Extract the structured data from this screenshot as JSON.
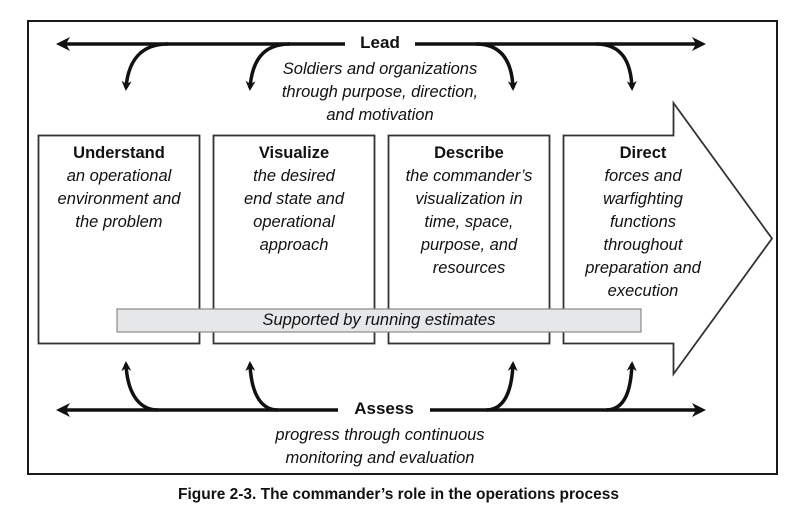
{
  "lead": {
    "label": "Lead",
    "description": "Soldiers and organizations\nthrough purpose, direction,\nand motivation"
  },
  "assess": {
    "label": "Assess",
    "description": "progress through continuous\nmonitoring and evaluation"
  },
  "activities": [
    {
      "title": "Understand",
      "description": "an operational\nenvironment and\nthe problem"
    },
    {
      "title": "Visualize",
      "description": "the desired\nend state and\noperational\napproach"
    },
    {
      "title": "Describe",
      "description": "the commander’s\nvisualization in\ntime, space,\npurpose, and\nresources"
    },
    {
      "title": "Direct",
      "description": "forces and\nwarfighting\nfunctions\nthroughout\npreparation and\nexecution"
    }
  ],
  "running_estimates": {
    "label": "Supported by running estimates",
    "fill": "#e6e7e9"
  },
  "caption": "Figure 2-3. The commander’s role in the operations process",
  "colors": {
    "stroke": "#1a1a1a",
    "box_stroke": "#333333"
  }
}
